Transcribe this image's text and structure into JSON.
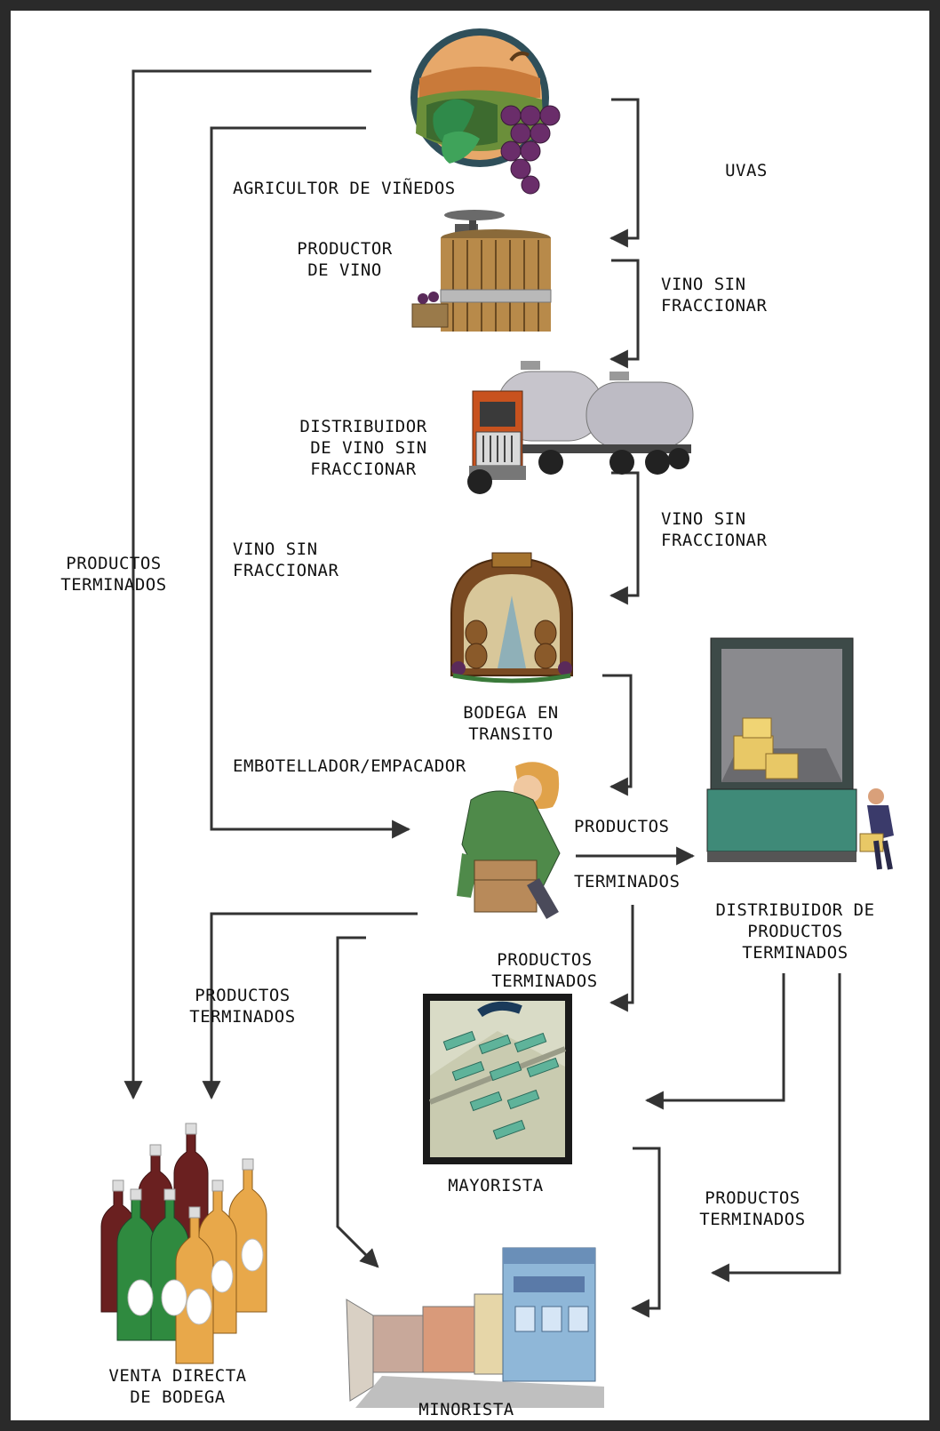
{
  "diagram": {
    "nodes": {
      "farmer": "AGRICULTOR DE VIÑEDOS",
      "producer": "PRODUCTOR\nDE VINO",
      "bulk_distributor": "DISTRIBUIDOR\n DE VINO SIN\nFRACCIONAR",
      "transit_cellar": "BODEGA EN\nTRANSITO",
      "bottler": "EMBOTELLADOR/EMPACADOR",
      "finished_distributor": "DISTRIBUIDOR DE\nPRODUCTOS\nTERMINADOS",
      "wholesaler": "MAYORISTA",
      "retailer": "MINORISTA",
      "direct_sale": "VENTA DIRECTA\nDE BODEGA"
    },
    "edges": {
      "grapes": "UVAS",
      "bulk_wine_1": "VINO SIN\nFRACCIONAR",
      "bulk_wine_2": "VINO SIN\nFRACCIONAR",
      "bulk_wine_left": "VINO SIN\nFRACCIONAR",
      "finished_left": "PRODUCTOS\nTERMINADOS",
      "finished_top": "PRODUCTOS",
      "finished_bottom": "TERMINADOS",
      "finished_mid": "PRODUCTOS\nTERMINADOS",
      "finished_direct": "PRODUCTOS\nTERMINADOS",
      "finished_right": "PRODUCTOS\nTERMINADOS"
    },
    "icons": [
      "vineyard-icon",
      "wine-press-icon",
      "tanker-truck-icon",
      "wine-cellar-icon",
      "packer-icon",
      "delivery-truck-icon",
      "warehouse-map-icon",
      "street-shops-icon",
      "wine-bottles-icon"
    ],
    "colors": {
      "frame": "#2a2a2a",
      "arrow": "#333333",
      "text": "#111111"
    }
  }
}
